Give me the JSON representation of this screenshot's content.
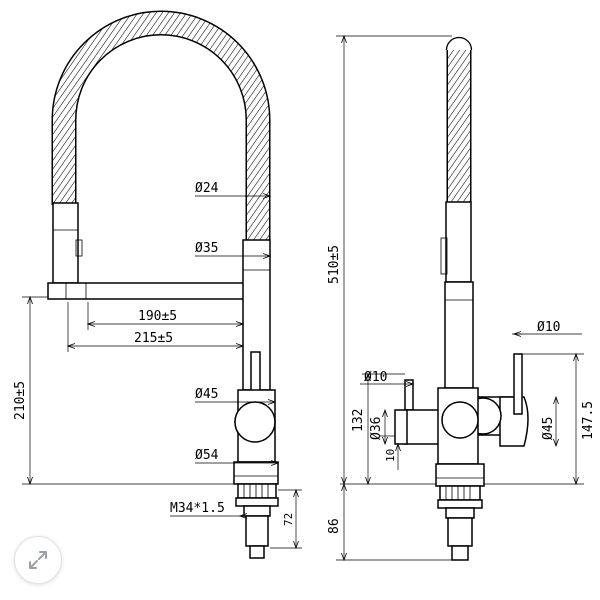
{
  "front_view": {
    "labels": {
      "hose_diameter": "Ø24",
      "body_diameter": "Ø35",
      "reach_inner": "190±5",
      "reach_outer": "215±5",
      "spout_height": "210±5",
      "lever_diameter": "Ø45",
      "base_diameter": "Ø54",
      "thread": "M34*1.5",
      "shank_length": "72"
    }
  },
  "side_view": {
    "labels": {
      "total_height": "510±5",
      "filter_lever_diameter": "Ø10",
      "small_lever_diameter": "Ø10",
      "filter_body_diameter": "Ø36",
      "lever_body_diameter": "Ø45",
      "filter_height": "132",
      "lever_height": "147.5",
      "offset": "10",
      "shank_length": "86"
    }
  },
  "ui": {
    "expand_icon": "expand-arrows-icon",
    "accent_color": "#9aa0a6"
  }
}
